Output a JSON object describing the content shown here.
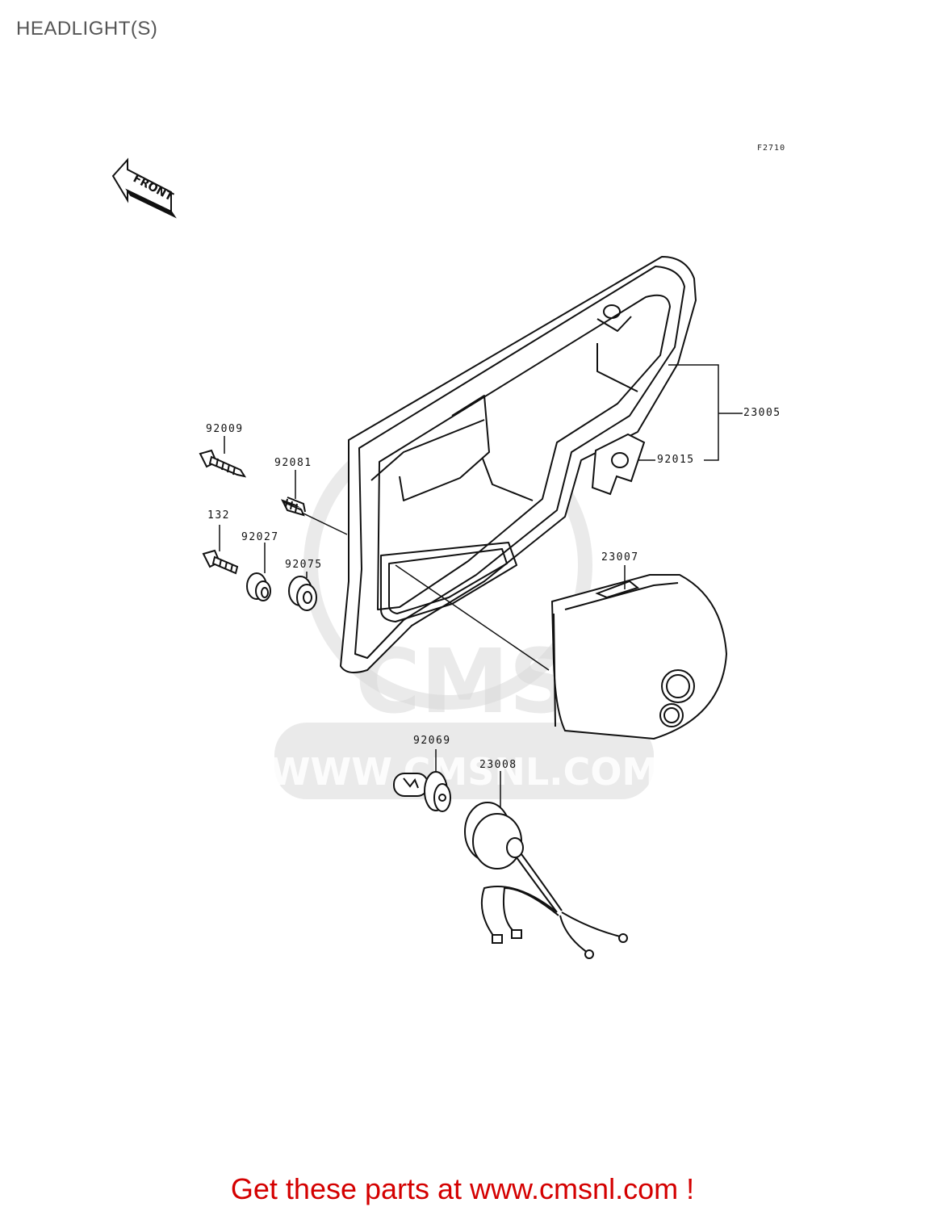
{
  "page": {
    "title": "HEADLIGHT(S)",
    "figure_code": "F2710",
    "footer": "Get these parts at www.cmsnl.com !"
  },
  "front_arrow": {
    "text": "FRONT"
  },
  "watermark": {
    "brand": "CMS",
    "url": "WWW.CMSNL.COM"
  },
  "parts": {
    "p23005": "23005",
    "p92015": "92015",
    "p92009": "92009",
    "p92081": "92081",
    "p132": "132",
    "p92027": "92027",
    "p92075": "92075",
    "p23007": "23007",
    "p92069": "92069",
    "p23008": "23008"
  },
  "colors": {
    "line": "#111111",
    "footer": "#d40000",
    "title": "#555555",
    "watermark": "#d8d8d8"
  }
}
